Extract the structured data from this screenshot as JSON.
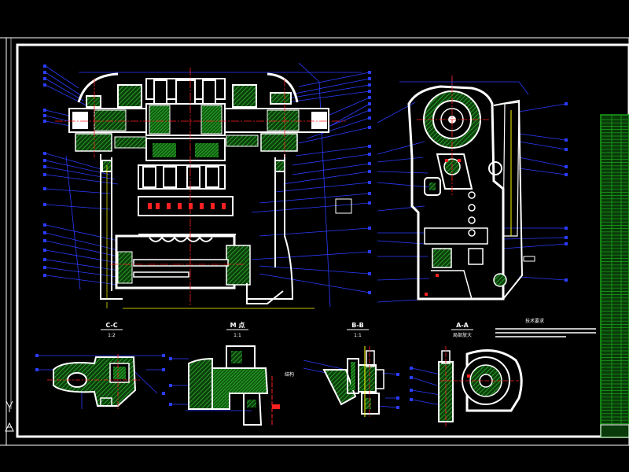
{
  "drawing": {
    "colors": {
      "background": "#000000",
      "outline": "#ffffff",
      "leader": "#2a3cff",
      "hatch": "#1f8a1f",
      "centerline": "#ff2020",
      "dimension": "#ffff00",
      "table": "#19a619"
    },
    "views": {
      "cc": {
        "title": "C-C",
        "scale": "1:2"
      },
      "m": {
        "title": "M 点",
        "scale": "1:1"
      },
      "bb": {
        "title": "B-B",
        "scale": "1:1"
      },
      "aa": {
        "title": "A-A",
        "scale": "局部放大"
      }
    },
    "notes": {
      "tech_title": "技术要求",
      "m_label": "结构"
    }
  }
}
